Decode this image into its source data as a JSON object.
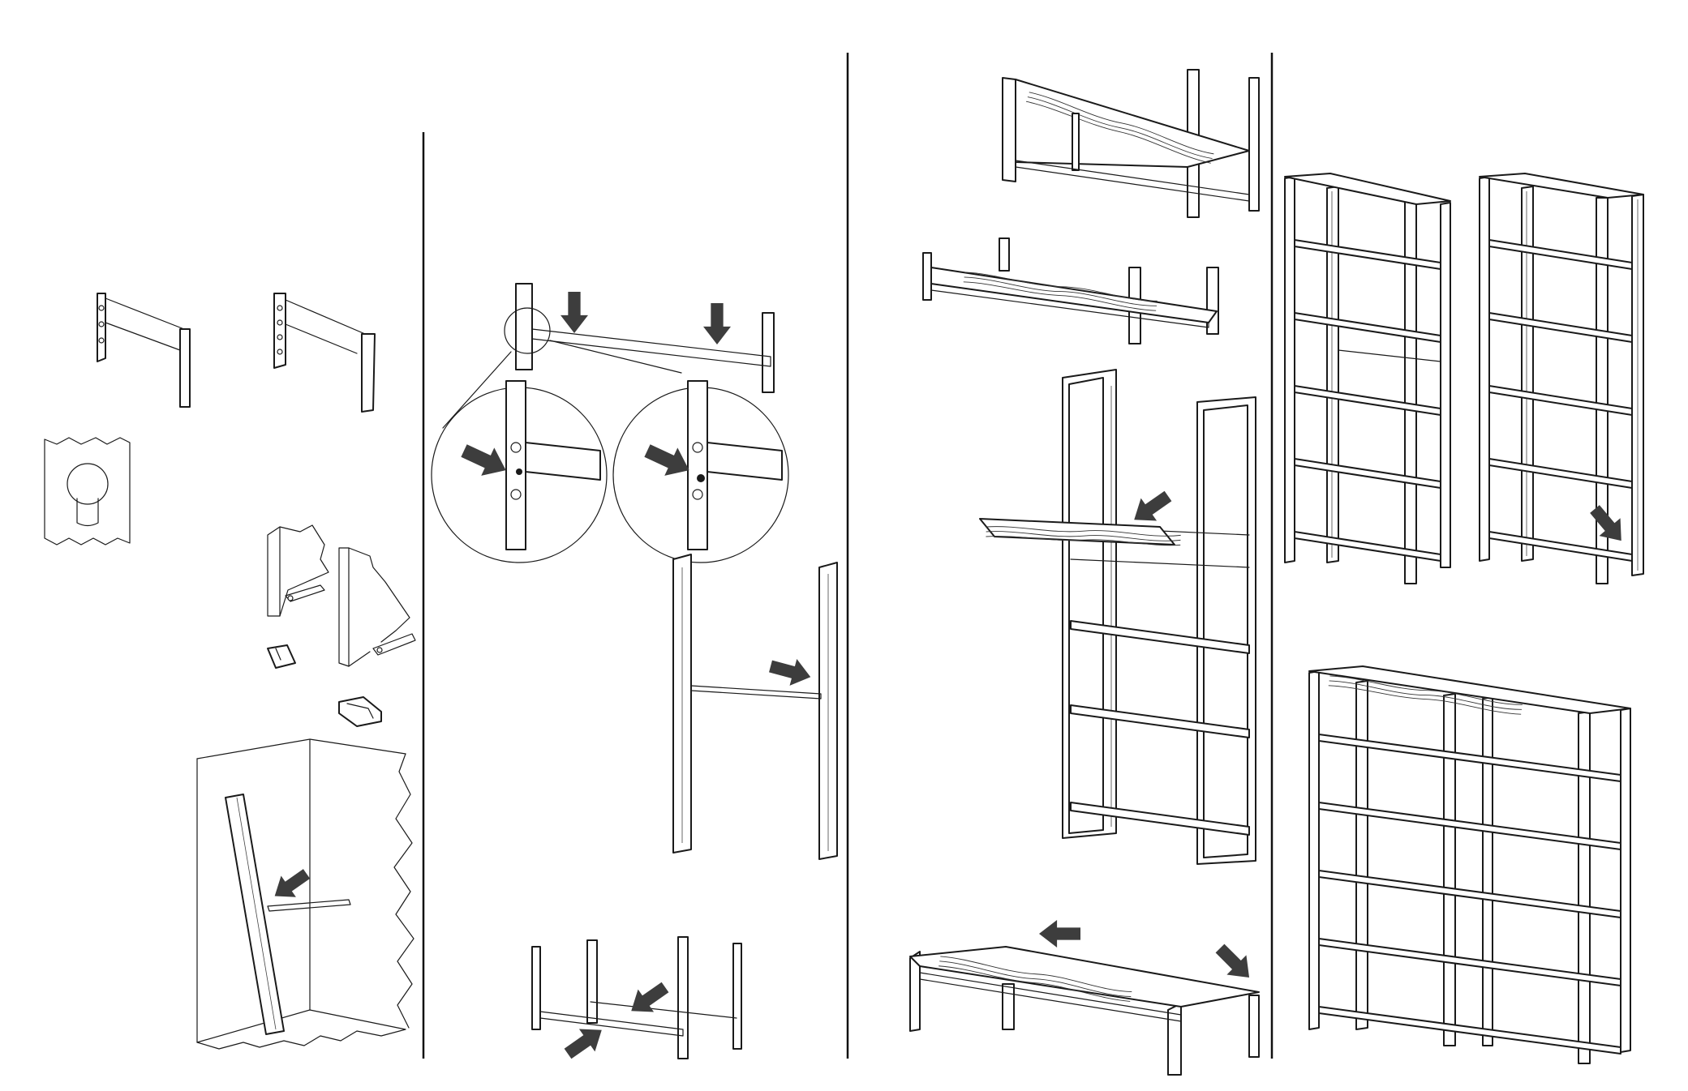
{
  "title": "",
  "colors": {
    "line": "#1a1a1a",
    "arrow": "#3d3d3d",
    "background": "#ffffff"
  },
  "steps": [
    {
      "id": "step-1",
      "icons": [
        "frame-detail",
        "keyhole-slot-detail",
        "base-clip",
        "wall-anchor"
      ],
      "text": ""
    },
    {
      "id": "step-2",
      "icons": [
        "bolt-insert-zoom",
        "side-frame",
        "floor-brace"
      ],
      "text": ""
    },
    {
      "id": "step-3",
      "icons": [
        "shelf-insert",
        "shelf-position",
        "top-shelf-fit"
      ],
      "text": ""
    },
    {
      "id": "step-4",
      "icons": [
        "finished-single-unit",
        "finished-extension-unit",
        "finished-double-unit"
      ],
      "text": ""
    }
  ]
}
